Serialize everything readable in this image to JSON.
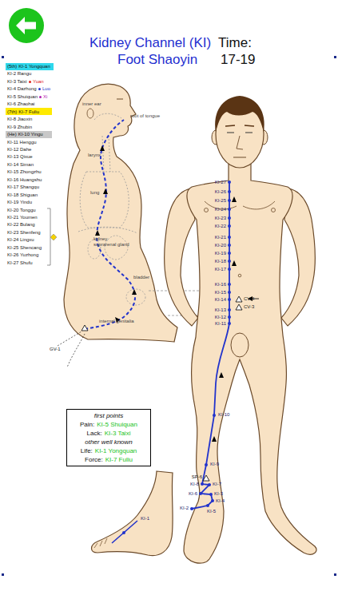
{
  "diagram": {
    "title": "Kidney Channel (KI)",
    "nodes": [
      {
        "text": [
          "(5th)",
          "KI-1 Yongquan"
        ]
      },
      {
        "text": [
          "(7th)",
          "KI-7 Fuliu"
        ]
      },
      {
        "text": [
          "(He)",
          "KI-10 Yingu"
        ]
      },
      {
        "text": [
          "first points",
          "Pain:",
          "KI-5 Shuiquan",
          "Lack:",
          "KI-3 Taixi",
          "other well known",
          "Life:",
          "KI-1 Yongquan",
          "Force:",
          "KI-7 Fuliu"
        ]
      }
    ],
    "labels": [
      "Foot Shaoyin",
      "Time:",
      "17-19",
      "KI-2 Rangu",
      "KI-3 Taixi",
      "Yuan",
      "KI-4 Dazhong",
      "Luo",
      "KI-5 Shuiquan",
      "Xi",
      "KI-6 Zhaohai",
      "KI-8 Jiaoxin",
      "KI-9 Zhubin",
      "KI-11 Henggu",
      "KI-12 Dahe",
      "KI-13 Qixue",
      "KI-14 Siman",
      "KI-15 Zhongzhu",
      "KI-16 Huangshu",
      "KI-17 Shangqu",
      "KI-18 Shiguan",
      "KI-19 Yindu",
      "KI-20 Tonggu",
      "KI-21 Youmen",
      "KI-22 Bulang",
      "KI-23 Shenfeng",
      "KI-24 Lingxu",
      "KI-25 Shencang",
      "KI-26 Yuzhong",
      "KI-27 Shufu",
      "inner ear",
      "root of tongue",
      "larynx",
      "lung",
      "kidney",
      "suprarenal gland",
      "bladder",
      "internal genitalia",
      "GV-1",
      "KI-27",
      "KI-26",
      "KI-25",
      "KI-24",
      "KI-23",
      "KI-22",
      "KI-21",
      "KI-20",
      "KI-19",
      "KI-18",
      "KI-17",
      "KI-16",
      "KI-15",
      "KI-14",
      "KI-13",
      "KI-12",
      "KI-11",
      "CV-4",
      "CV-3",
      "KI-10",
      "KI-9",
      "SP-6",
      "KI-8",
      "KI-7",
      "KI-6",
      "KI-3",
      "KI-4",
      "KI-5",
      "KI-2",
      "KI-1"
    ]
  }
}
